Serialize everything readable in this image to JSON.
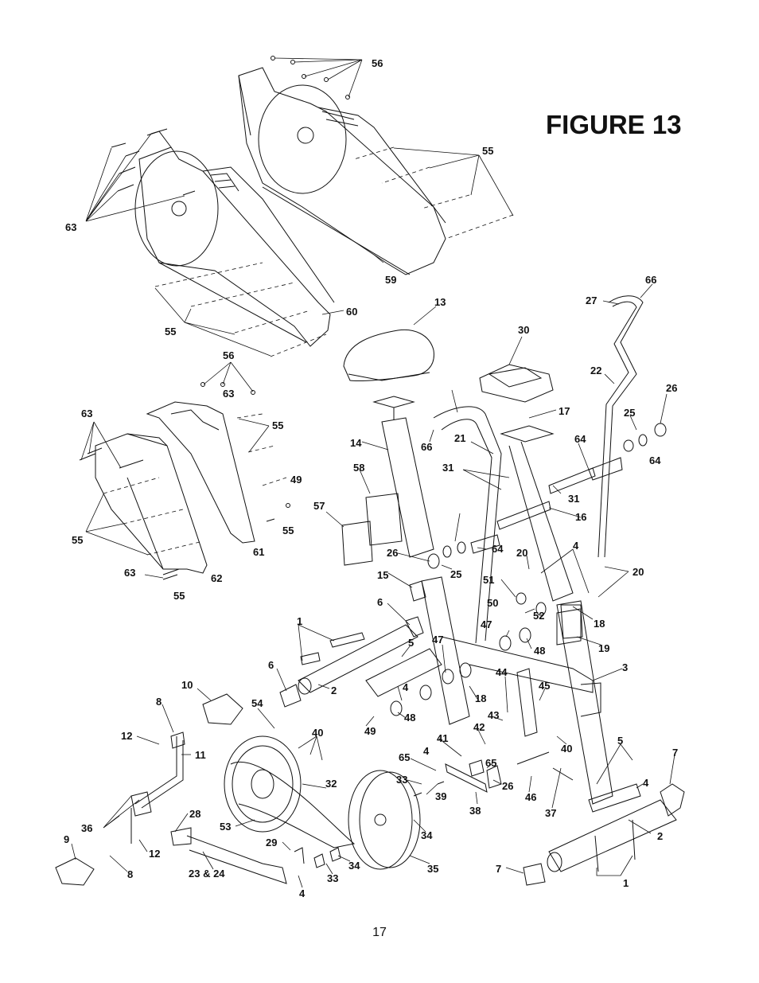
{
  "figure": {
    "title": "FIGURE 13",
    "page_number": "17"
  },
  "callouts": [
    "56",
    "55",
    "63",
    "59",
    "60",
    "55",
    "56",
    "63",
    "63",
    "55",
    "49",
    "55",
    "55",
    "61",
    "63",
    "62",
    "55",
    "13",
    "30",
    "27",
    "66",
    "22",
    "26",
    "17",
    "25",
    "64",
    "66",
    "21",
    "14",
    "58",
    "31",
    "31",
    "64",
    "16",
    "57",
    "26",
    "25",
    "64",
    "20",
    "4",
    "20",
    "15",
    "51",
    "52",
    "18",
    "50",
    "47",
    "48",
    "19",
    "6",
    "1",
    "5",
    "47",
    "3",
    "6",
    "2",
    "4",
    "18",
    "44",
    "45",
    "43",
    "48",
    "10",
    "8",
    "54",
    "40",
    "12",
    "11",
    "49",
    "42",
    "41",
    "40",
    "5",
    "7",
    "4",
    "65",
    "65",
    "33",
    "39",
    "26",
    "46",
    "37",
    "4",
    "2",
    "36",
    "28",
    "32",
    "53",
    "38",
    "9",
    "12",
    "29",
    "34",
    "8",
    "23 & 24",
    "33",
    "34",
    "35",
    "7",
    "1",
    "4"
  ]
}
